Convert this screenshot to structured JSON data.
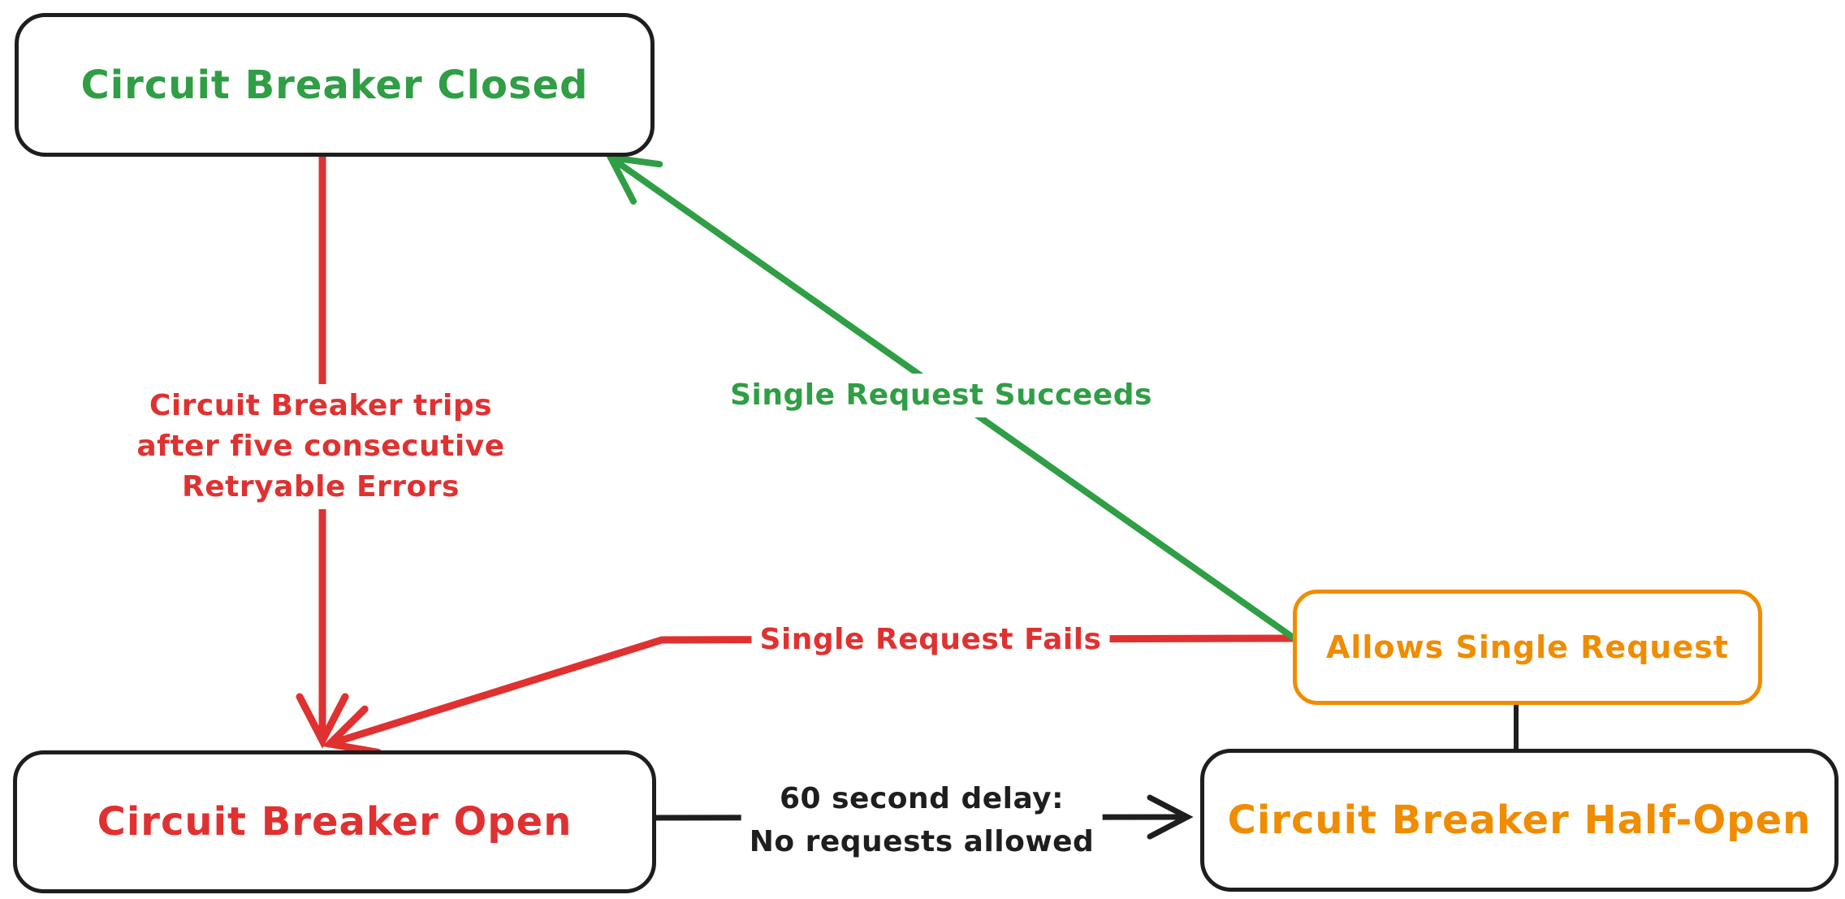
{
  "diagram": {
    "colors": {
      "green": "#2f9e44",
      "red": "#e03131",
      "orange": "#f08c00",
      "ink": "#1e1e1e",
      "surface": "#ffffff"
    },
    "nodes": {
      "closed": {
        "label": "Circuit Breaker Closed",
        "text_color": "#2f9e44",
        "border_color": "#1e1e1e"
      },
      "open": {
        "label": "Circuit Breaker Open",
        "text_color": "#e03131",
        "border_color": "#1e1e1e"
      },
      "half_open": {
        "label": "Circuit Breaker Half-Open",
        "text_color": "#f08c00",
        "border_color": "#1e1e1e"
      },
      "allows": {
        "label": "Allows Single Request",
        "text_color": "#f08c00",
        "border_color": "#f08c00"
      }
    },
    "edges": {
      "trip": {
        "from": "closed",
        "to": "open",
        "color": "#e03131",
        "arrowhead": true,
        "label_lines": [
          "Circuit Breaker trips",
          "after five consecutive",
          "Retryable Errors"
        ]
      },
      "succeeds": {
        "from": "allows",
        "to": "closed",
        "color": "#2f9e44",
        "arrowhead": true,
        "label": "Single Request Succeeds"
      },
      "fails": {
        "from": "allows",
        "to": "open",
        "color": "#e03131",
        "arrowhead": true,
        "label": "Single Request Fails"
      },
      "delay": {
        "from": "open",
        "to": "half_open",
        "color": "#1e1e1e",
        "arrowhead": true,
        "label_lines": [
          "60 second delay:",
          "No requests allowed"
        ]
      },
      "half_open_link": {
        "from": "half_open",
        "to": "allows",
        "color": "#1e1e1e",
        "arrowhead": false
      }
    }
  }
}
